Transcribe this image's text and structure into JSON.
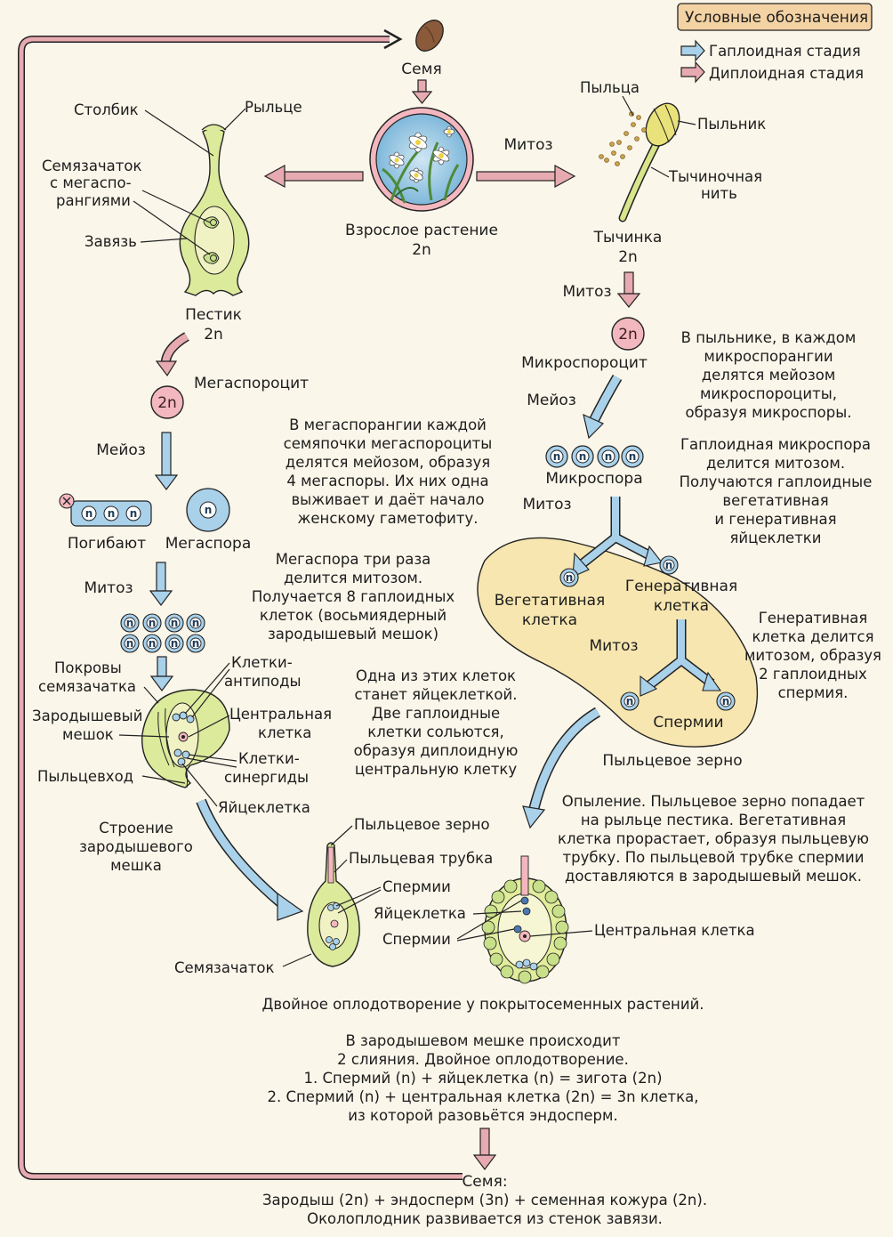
{
  "legend": {
    "title": "Условные обозначения",
    "haploid": "Гаплоидная стадия",
    "diploid": "Диплоидная стадия",
    "haploid_color": "#a9d1ea",
    "diploid_color": "#e6aab0"
  },
  "labels": {
    "seed": "Семя",
    "adult_plant_1": "Взрослое растение",
    "adult_plant_2": "2n",
    "mitosis_top": "Митоз",
    "pollen": "Пыльца",
    "anther": "Пыльник",
    "filament_1": "Тычиночная",
    "filament_2": "нить",
    "stamen_1": "Тычинка",
    "stamen_2": "2n",
    "mitosis_stamen": "Митоз",
    "ploidy_2n": "2n",
    "microsporocyte": "Микроспороцит",
    "meiosis_right": "Мейоз",
    "n": "n",
    "microspore": "Микроспора",
    "mitosis_micro": "Митоз",
    "vegetative_1": "Вегетативная",
    "vegetative_2": "клетка",
    "generative_1": "Генеративная",
    "generative_2": "клетка",
    "mitosis_gen": "Митоз",
    "sperms": "Спермии",
    "pollen_grain": "Пыльцевое зерно",
    "style": "Столбик",
    "stigma": "Рыльце",
    "ovule_mega_1": "Семязачаток",
    "ovule_mega_2": "с мегаспо-",
    "ovule_mega_3": "рангиями",
    "ovary": "Завязь",
    "pistil_1": "Пестик",
    "pistil_2": "2n",
    "megasporocyte": "Мегаспороцит",
    "meiosis_left": "Мейоз",
    "die": "Погибают",
    "megaspore": "Мегаспора",
    "mitosis_left": "Митоз",
    "integuments_1": "Покровы",
    "integuments_2": "семязачатка",
    "antipodes_1": "Клетки-",
    "antipodes_2": "антиподы",
    "embryo_sac_1": "Зародышевый",
    "embryo_sac_2": "мешок",
    "central_1": "Центральная",
    "central_2": "клетка",
    "micropyle": "Пыльцевход",
    "synergids_1": "Клетки-",
    "synergids_2": "синергиды",
    "egg_cell": "Яйцеклетка",
    "structure_1": "Строение",
    "structure_2": "зародышевого",
    "structure_3": "мешка",
    "pollen_grain_2": "Пыльцевое зерно",
    "pollen_tube": "Пыльцевая трубка",
    "sperms_2": "Спермии",
    "egg_cell_2": "Яйцеклетка",
    "sperms_3": "Спермии",
    "central_cell_2": "Центральная клетка",
    "ovule": "Семязачаток",
    "seed_bottom": "Семя:"
  },
  "texts": {
    "micro_desc": [
      "В пыльнике, в каждом",
      "микроспорангии",
      "делятся мейозом",
      "микроспороциты,",
      "образуя микроспоры."
    ],
    "microspore_desc": [
      "Гаплоидная микроспора",
      "делится митозом.",
      "Получаются гаплоидные",
      "вегетативная",
      "и генеративная",
      "яйцеклетки"
    ],
    "generative_desc": [
      "Генеративная",
      "клетка делится",
      "митозом, образуя",
      "2 гаплоидных",
      "спермия."
    ],
    "mega_desc": [
      "В мегаспорангии каждой",
      "семяпочки мегаспороциты",
      "делятся мейозом, образуя",
      "4 мегаспоры. Их них одна",
      "выживает и даёт начало",
      "женскому гаметофиту."
    ],
    "megaspore_desc": [
      "Мегаспора три раза",
      "делится митозом.",
      "Получается 8 гаплоидных",
      "клеток (восьмиядерный",
      "зародышевый мешок)"
    ],
    "egg_desc": [
      "Одна из этих клеток",
      "станет яйцеклеткой.",
      "Две гаплоидные",
      "клетки сольются,",
      "образуя диплоидную",
      "центральную клетку"
    ],
    "pollination_desc": [
      "Опыление. Пыльцевое зерно попадает",
      "на рыльце пестика. Вегетативная",
      "клетка прорастает, образуя пыльцевую",
      "трубку. По пыльцевой трубке спермии",
      "доставляются в зародышевый мешок."
    ],
    "double_title": "Двойное оплодотворение у покрытосеменных растений.",
    "double_desc": [
      "В зародышевом мешке происходит",
      "2 слияния. Двойное оплодотворение.",
      "1. Спермий (n) + яйцеклетка (n) = зигота (2n)",
      "2. Спермий (n) + центральная клетка (2n) = 3n клетка,",
      "из которой разовьётся эндосперм."
    ],
    "seed_desc": [
      "Зародыш (2n) + эндосперм (3n) + семенная кожура (2n).",
      "Околоплодник развивается из стенок завязи."
    ]
  }
}
